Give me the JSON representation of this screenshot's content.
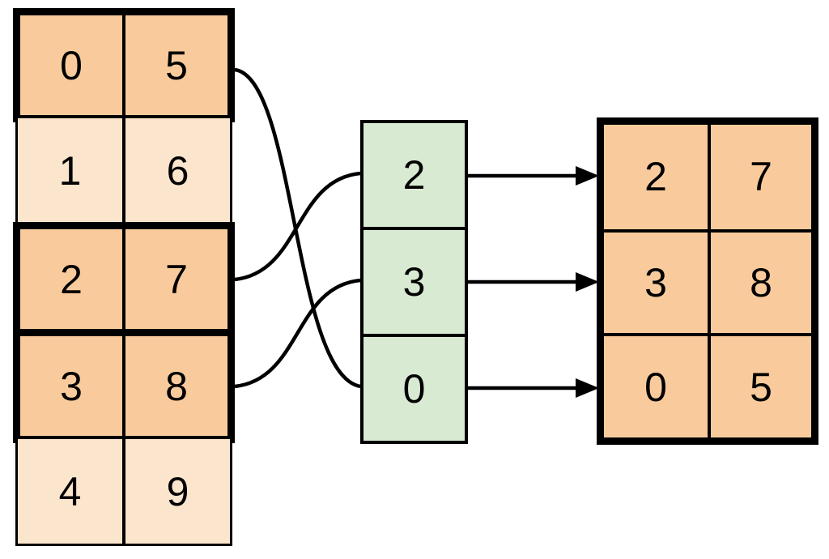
{
  "source_table": {
    "rows": [
      {
        "highlighted": true,
        "values": [
          "0",
          "5"
        ]
      },
      {
        "highlighted": false,
        "values": [
          "1",
          "6"
        ]
      },
      {
        "highlighted": true,
        "values": [
          "2",
          "7"
        ]
      },
      {
        "highlighted": true,
        "values": [
          "3",
          "8"
        ]
      },
      {
        "highlighted": false,
        "values": [
          "4",
          "9"
        ]
      }
    ]
  },
  "index_column": {
    "values": [
      "2",
      "3",
      "0"
    ]
  },
  "result_table": {
    "rows": [
      {
        "values": [
          "2",
          "7"
        ]
      },
      {
        "values": [
          "3",
          "8"
        ]
      },
      {
        "values": [
          "0",
          "5"
        ]
      }
    ]
  },
  "connections": {
    "source_to_index": [
      {
        "source_row": 0,
        "index_cell": 2,
        "index_value": "0"
      },
      {
        "source_row": 2,
        "index_cell": 0,
        "index_value": "2"
      },
      {
        "source_row": 3,
        "index_cell": 1,
        "index_value": "3"
      }
    ],
    "index_to_result": [
      {
        "index_cell": 0,
        "result_row": 0
      },
      {
        "index_cell": 1,
        "result_row": 1
      },
      {
        "index_cell": 2,
        "result_row": 2
      }
    ]
  },
  "colors": {
    "highlight_fill": "#F9CB9C",
    "muted_fill": "#FCE5CD",
    "index_fill": "#D9EAD3",
    "stroke": "#000000",
    "background": "#FFFFFF"
  }
}
